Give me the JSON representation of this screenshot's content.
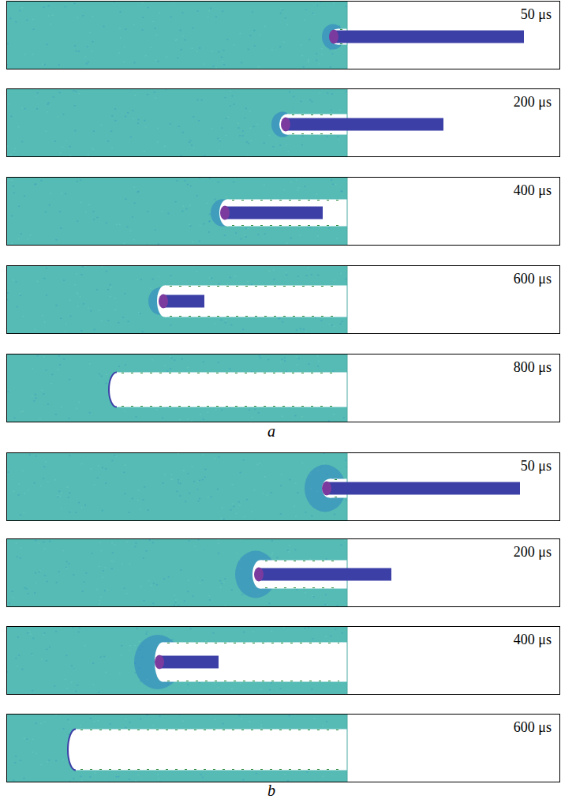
{
  "diagram": {
    "nodes": [
      {
        "text": [
          "50 μs"
        ]
      },
      {
        "text": [
          "200 μs"
        ]
      },
      {
        "text": [
          "400 μs"
        ]
      },
      {
        "text": [
          "600 μs"
        ]
      },
      {
        "text": [
          "800 μs"
        ]
      },
      {
        "text": [
          "50 μs"
        ]
      },
      {
        "text": [
          "200 μs"
        ]
      },
      {
        "text": [
          "400 μs"
        ]
      },
      {
        "text": [
          "600 μs"
        ]
      }
    ],
    "labels": [
      "a",
      "b"
    ]
  }
}
